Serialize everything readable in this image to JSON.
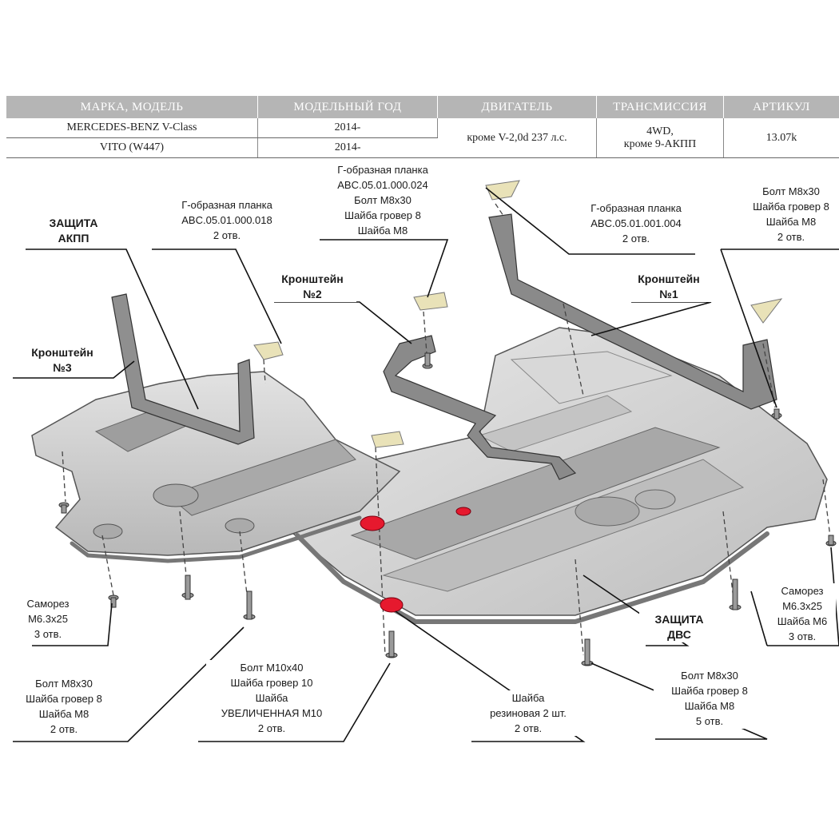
{
  "table": {
    "headers": [
      "МАРКА, МОДЕЛЬ",
      "МОДЕЛЬНЫЙ ГОД",
      "ДВИГАТЕЛЬ",
      "ТРАНСМИССИЯ",
      "АРТИКУЛ"
    ],
    "rows": [
      {
        "model": "MERCEDES-BENZ V-Class",
        "year": "2014-"
      },
      {
        "model": "VITO (W447)",
        "year": "2014-"
      }
    ],
    "engine": "кроме V-2,0d 237 л.с.",
    "transmission": [
      "4WD,",
      "кроме 9-АКПП"
    ],
    "article": "13.07k"
  },
  "labels": {
    "akpp_guard": [
      "ЗАЩИТА",
      "АКПП"
    ],
    "bracket3": [
      "Кронштейн",
      "№3"
    ],
    "bracket2": [
      "Кронштейн",
      "№2"
    ],
    "bracket1": [
      "Кронштейн",
      "№1"
    ],
    "plate_018": [
      "Г-образная планка",
      "ABC.05.01.000.018",
      "2 отв."
    ],
    "plate_024": [
      "Г-образная планка",
      "ABC.05.01.000.024",
      "Болт М8х30",
      "Шайба гровер 8",
      "Шайба М8"
    ],
    "plate_004": [
      "Г-образная планка",
      "ABC.05.01.001.004",
      "2 отв."
    ],
    "bolt_top_right": [
      "Болт М8х30",
      "Шайба гровер 8",
      "Шайба М8",
      "2 отв."
    ],
    "screw_left": [
      "Саморез",
      "М6.3х25",
      "3 отв."
    ],
    "screw_right": [
      "Саморез",
      "М6.3х25",
      "Шайба М6",
      "3 отв."
    ],
    "engine_guard": [
      "ЗАЩИТА",
      "ДВС"
    ],
    "bolt_left": [
      "Болт М8х30",
      "Шайба гровер 8",
      "Шайба М8",
      "2 отв."
    ],
    "bolt_m10": [
      "Болт М10х40",
      "Шайба гровер 10",
      "Шайба",
      "УВЕЛИЧЕННАЯ М10",
      "2 отв."
    ],
    "rubber_washer": [
      "Шайба",
      "резиновая 2 шт.",
      "2 отв."
    ],
    "bolt_bottom_right": [
      "Болт М8х30",
      "Шайба гровер 8",
      "Шайба М8",
      "5 отв."
    ]
  },
  "colors": {
    "plate_fill": "#cfcfcf",
    "plate_shade": "#9a9a9a",
    "bracket_fill": "#8a8a8a",
    "highlight": "#e6192e",
    "plank": "#e9e2b8",
    "leader": "#111111"
  }
}
